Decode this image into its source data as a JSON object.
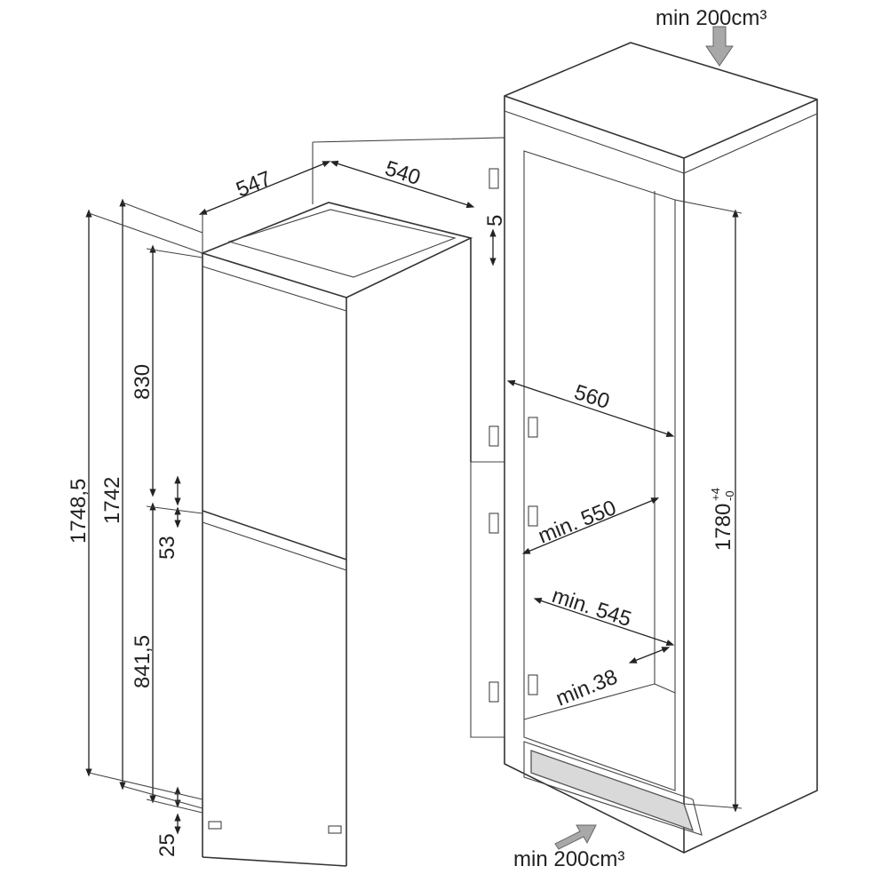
{
  "labels": {
    "vent_top": "min 200cm³",
    "vent_bottom": "min 200cm³",
    "depth": "547",
    "width": "540",
    "gap_top": "5",
    "niche_width": "560",
    "min_depth": "min. 550",
    "min_width": "min. 545",
    "min_gap": "min.38",
    "niche_height": "1780",
    "niche_height_tol_plus": "+4",
    "niche_height_tol_minus": "-0",
    "total_height": "1748,5",
    "body_height": "1742",
    "upper_door": "830",
    "door_gap": "53",
    "lower_door": "841,5",
    "plinth": "25"
  },
  "colors": {
    "line": "#333333",
    "vent_arrow": "#a8a8a8",
    "vent_fill": "#d9d9d9"
  }
}
